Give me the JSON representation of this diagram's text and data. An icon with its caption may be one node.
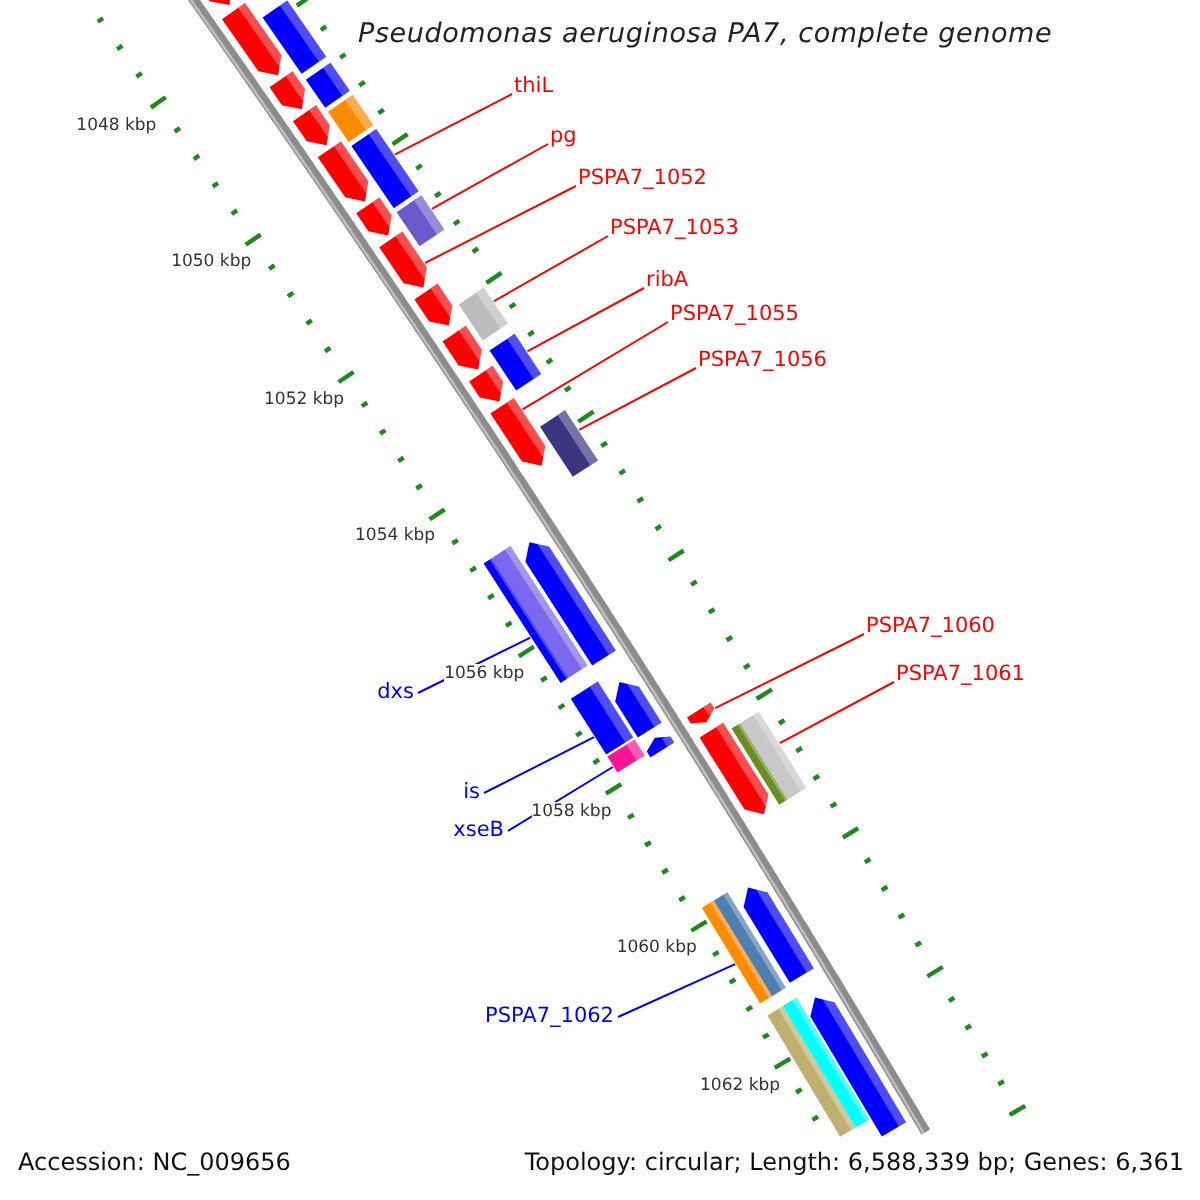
{
  "diagram": {
    "title": "Pseudomonas aeruginosa PA7, complete genome",
    "nodes": [
      {
        "text": [
          "thiL"
        ]
      },
      {
        "text": [
          "pg"
        ]
      },
      {
        "text": [
          "PSPA7_1052"
        ]
      },
      {
        "text": [
          "PSPA7_1053"
        ]
      },
      {
        "text": [
          "ribA"
        ]
      },
      {
        "text": [
          "PSPA7_1055"
        ]
      },
      {
        "text": [
          "PSPA7_1056"
        ]
      },
      {
        "text": [
          "PSPA7_1060"
        ]
      },
      {
        "text": [
          "PSPA7_1061"
        ]
      },
      {
        "text": [
          "dxs"
        ]
      },
      {
        "text": [
          "is"
        ]
      },
      {
        "text": [
          "xseB"
        ]
      },
      {
        "text": [
          "PSPA7_1062"
        ]
      },
      {
        "text": [],
        "shape": "pentagon"
      },
      {
        "text": [],
        "shape": "bar"
      },
      {
        "text": [],
        "shape": "pentagon"
      },
      {
        "text": [],
        "shape": "pentagon"
      },
      {
        "text": [],
        "shape": "bar"
      },
      {
        "text": [],
        "shape": "pentagon"
      },
      {
        "text": [],
        "shape": "bar"
      },
      {
        "text": [],
        "shape": "pentagon"
      },
      {
        "text": [],
        "shape": "bar"
      },
      {
        "text": [],
        "shape": "pentagon"
      },
      {
        "text": [],
        "shape": "bar"
      },
      {
        "text": [],
        "shape": "pentagon"
      },
      {
        "text": [],
        "shape": "pentagon"
      },
      {
        "text": [],
        "shape": "bar"
      },
      {
        "text": [],
        "shape": "pentagon"
      },
      {
        "text": [],
        "shape": "bar"
      },
      {
        "text": [],
        "shape": "pentagon"
      },
      {
        "text": [],
        "shape": "pentagon"
      },
      {
        "text": [],
        "shape": "bar"
      },
      {
        "text": [],
        "shape": "bar"
      },
      {
        "text": [],
        "shape": "pentagon"
      },
      {
        "text": [],
        "shape": "bar"
      },
      {
        "text": [],
        "shape": "pentagon"
      },
      {
        "text": [],
        "shape": "bar"
      },
      {
        "text": [],
        "shape": "pentagon"
      },
      {
        "text": [],
        "shape": "pentagon"
      },
      {
        "text": [],
        "shape": "pentagon"
      },
      {
        "text": [],
        "shape": "bar"
      },
      {
        "text": [],
        "shape": "bar"
      },
      {
        "text": [],
        "shape": "pentagon"
      },
      {
        "text": [],
        "shape": "bar"
      },
      {
        "text": [],
        "shape": "pentagon"
      }
    ],
    "edges": [
      {
        "from": 0,
        "to": 21,
        "arrow": "none"
      },
      {
        "from": 1,
        "to": 23,
        "arrow": "none"
      },
      {
        "from": 2,
        "to": 24,
        "arrow": "none"
      },
      {
        "from": 3,
        "to": 26,
        "arrow": "none"
      },
      {
        "from": 4,
        "to": 28,
        "arrow": "none"
      },
      {
        "from": 5,
        "to": 30,
        "arrow": "none"
      },
      {
        "from": 6,
        "to": 31,
        "arrow": "none"
      },
      {
        "from": 7,
        "to": 37,
        "arrow": "none"
      },
      {
        "from": 8,
        "to": 40,
        "arrow": "none"
      },
      {
        "from": 9,
        "to": 32,
        "arrow": "none",
        "color": "#0000ff"
      },
      {
        "from": 10,
        "to": 34,
        "arrow": "none",
        "color": "#0000ff"
      },
      {
        "from": 11,
        "to": 36,
        "arrow": "none",
        "color": "#0000ff"
      },
      {
        "from": 12,
        "to": 41,
        "arrow": "none",
        "color": "#0000ff"
      }
    ],
    "labels": [
      "1048 kbp",
      "1050 kbp",
      "1052 kbp",
      "1054 kbp",
      "1056 kbp",
      "1058 kbp",
      "1060 kbp",
      "1062 kbp",
      "Accession: NC_009656",
      "Topology: circular; Length: 6,588,339 bp; Genes: 6,361"
    ]
  }
}
